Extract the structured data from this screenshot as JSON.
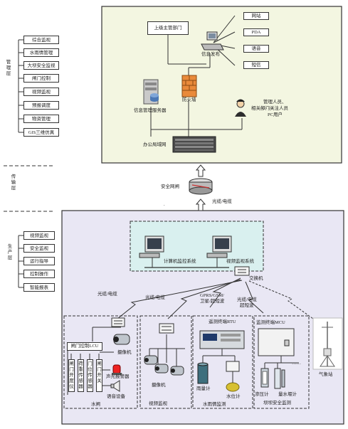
{
  "layers": {
    "management": "管理层",
    "transport": "传输层",
    "production": "生产层"
  },
  "management_functions": [
    "综合监视",
    "水雨情管理",
    "大坝安全监视",
    "闸门控制",
    "视频监视",
    "预报调度",
    "物资管理",
    "GIS三维仿真"
  ],
  "production_functions": [
    "视频监视",
    "安全监视",
    "运行指导",
    "控制操作",
    "智能报表"
  ],
  "office": {
    "superior_dept": "上级主管部门",
    "info_publish": "信息发布",
    "publish_targets": [
      "网站",
      "PDA",
      "语音",
      "短信"
    ],
    "server": "信息管理服务器",
    "firewall": "防火墙",
    "users_line1": "管理人员、",
    "users_line2": "相关部门关注人员",
    "users_line3": "PC用户",
    "lan": "办公局域网"
  },
  "transport": {
    "gateway": "安全网闸",
    "link": "光缆/电缆",
    "dot": "."
  },
  "production": {
    "computer_monitor": "计算机监控系统",
    "video_monitor": "视频监视系统",
    "switch": "交换机",
    "link1": "光缆/电缆",
    "link2": "光缆/电缆",
    "link3_l1": "GPRS/GSM/",
    "link3_l2": "卫星/超短波",
    "link4_l1": "光缆/电缆",
    "link4_l2": "超短波",
    "gate_control": "闸门控制LCU",
    "gate_units": [
      "闸门开度仪",
      "荷重传感器",
      "门位传感器",
      "闸门开关"
    ],
    "camera": "摄像机",
    "alarm": "声光报警器",
    "speaker": "语音设备",
    "water_net": "水闸",
    "cctv_camera": "摄像机",
    "video_label": "视频监视",
    "rtu": "遥测终端RTU",
    "rain_gauge": "雨量计",
    "water_level": "水位计",
    "hydro_label": "水雨情监测",
    "mcu": "监测终端MCU",
    "seepage": "渗压计",
    "weir": "量水堰计",
    "dam_label": "坝坝安全监测",
    "ellipsis": "……",
    "weather": "气象站"
  }
}
